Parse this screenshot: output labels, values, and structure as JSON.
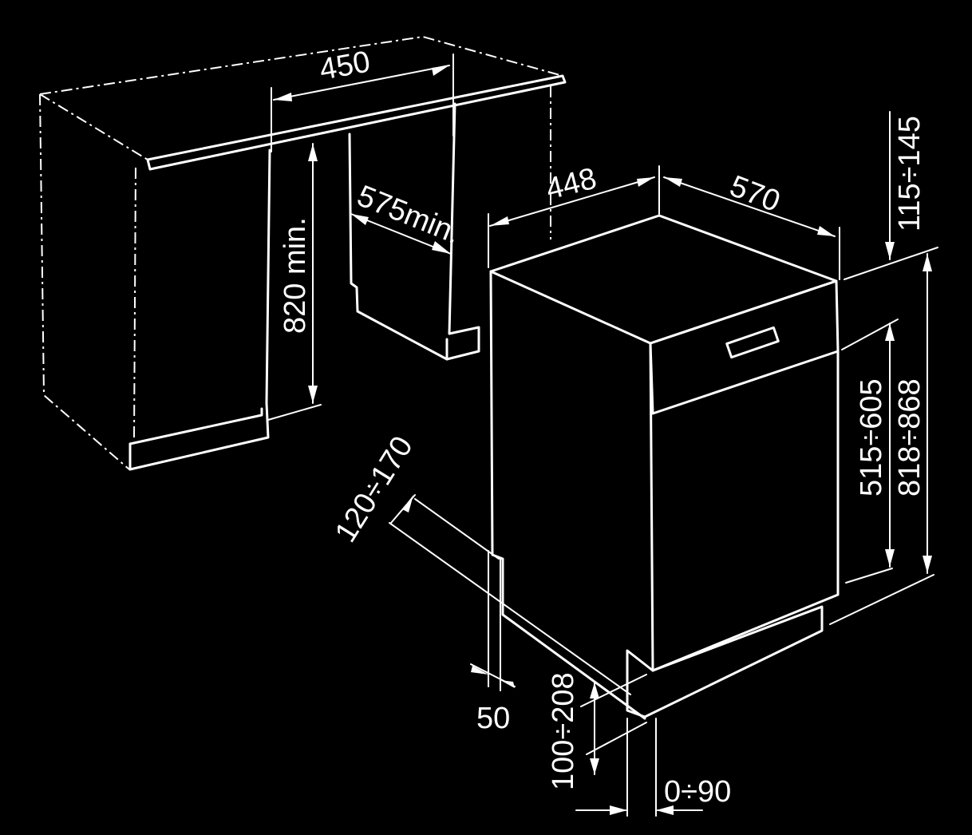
{
  "diagram": {
    "labels": {
      "niche_width": "450",
      "niche_depth": "575min.",
      "niche_height": "820 min.",
      "appliance_width": "448",
      "appliance_depth": "570",
      "top_gap": "115÷145",
      "panel_height": "515÷605",
      "total_height": "818÷868",
      "plinth_depth": "120÷170",
      "plinth_gap": "50",
      "foot_height": "100÷208",
      "foot_offset": "0÷90"
    },
    "colors": {
      "background": "#000000",
      "line": "#ffffff"
    }
  }
}
